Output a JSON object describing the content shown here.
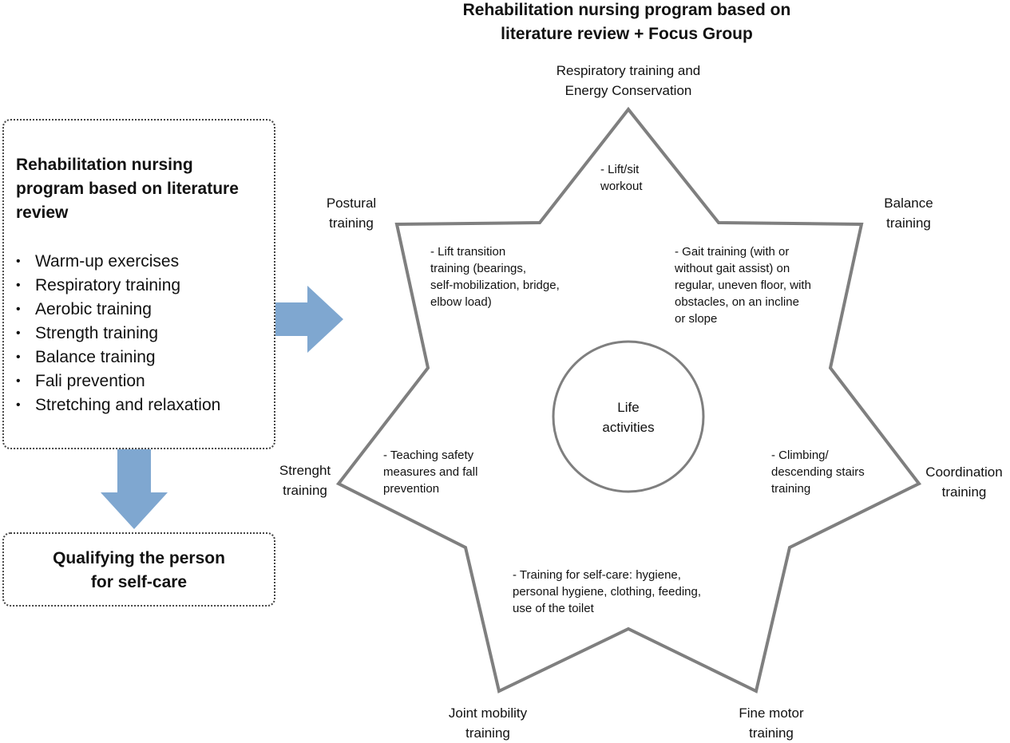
{
  "title": {
    "line1": "Rehabilitation nursing program based on",
    "line2": "literature review + Focus Group"
  },
  "literature_box": {
    "heading": "Rehabilitation nursing program based on literature review",
    "items": [
      "Warm-up exercises",
      "Respiratory training",
      "Aerobic training",
      "Strength training",
      "Balance training",
      "Fali prevention",
      "Stretching and relaxation"
    ]
  },
  "outcome_box": {
    "line1": "Qualifying the person",
    "line2": "for self-care"
  },
  "star_labels": {
    "respiratory": [
      "Respiratory training and",
      "Energy Conservation"
    ],
    "balance": [
      "Balance",
      "training"
    ],
    "coordination": [
      "Coordination",
      "training"
    ],
    "fine_motor": [
      "Fine motor",
      "training"
    ],
    "joint_mobility": [
      "Joint mobility",
      "training"
    ],
    "strength": [
      "Strenght",
      "training"
    ],
    "postural": [
      "Postural",
      "training"
    ]
  },
  "inner_texts": {
    "lift_sit": [
      "- Lift/sit",
      "workout"
    ],
    "gait": [
      "- Gait training (with or",
      "without gait assist) on",
      "regular, uneven floor, with",
      "obstacles, on an incline",
      "or slope"
    ],
    "stairs": [
      "- Climbing/",
      "descending stairs",
      "training"
    ],
    "self_care": [
      "- Training for self-care: hygiene,",
      "personal hygiene, clothing, feeding,",
      "use of  the toilet"
    ],
    "safety": [
      "- Teaching safety",
      "measures and fall",
      "prevention"
    ],
    "lift_transition": [
      "- Lift transition",
      "training (bearings,",
      "self-mobilization, bridge,",
      "elbow load)"
    ]
  },
  "center": [
    "Life",
    "activities"
  ],
  "colors": {
    "arrow": "#7fa7d0",
    "star_stroke": "#7f7f7f",
    "box_border": "#444444",
    "text": "#111111"
  }
}
